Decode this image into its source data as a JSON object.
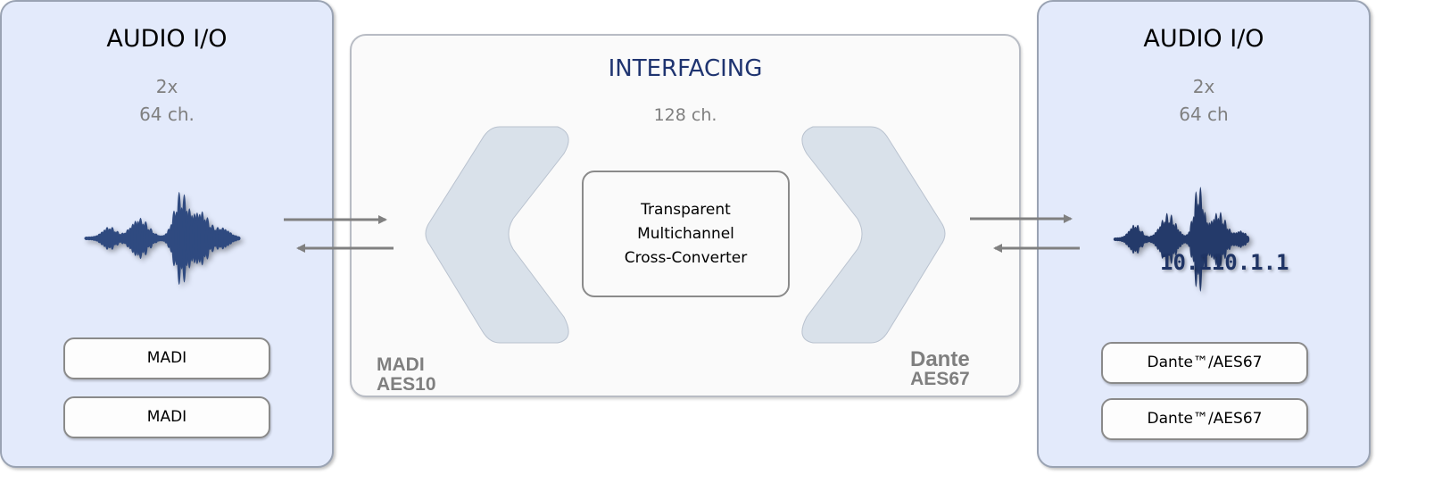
{
  "left_panel": {
    "title": "AUDIO I/O",
    "count": "2x",
    "channels": "64 ch.",
    "ports": [
      "MADI",
      "MADI"
    ],
    "icon": "audio-waveform"
  },
  "center_panel": {
    "title": "INTERFACING",
    "channels": "128 ch.",
    "converter": [
      "Transparent",
      "Multichannel",
      "Cross-Converter"
    ],
    "logo_left": [
      "MADI",
      "AES10"
    ],
    "logo_right": [
      "Dante",
      "AES67"
    ]
  },
  "right_panel": {
    "title": "AUDIO I/O",
    "count": "2x",
    "channels": "64 ch",
    "ports": [
      "Dante™/AES67",
      "Dante™/AES67"
    ],
    "icon": "audio-waveform",
    "ip_address": "10.110.1.1"
  },
  "colors": {
    "io_panel": "#e3eafb",
    "center_panel": "#fafafa",
    "chevron": "#d9e1ea",
    "waveform": "#2f4a80",
    "title_accent": "#1f3470",
    "arrow": "#808080"
  }
}
